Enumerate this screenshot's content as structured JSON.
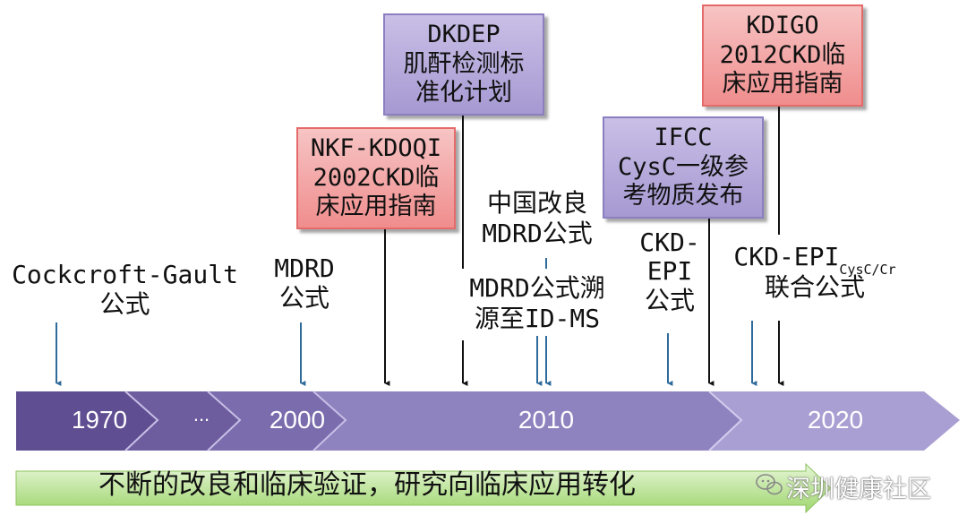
{
  "timeline": {
    "years": [
      "1970",
      "...",
      "2000",
      "2010",
      "2020"
    ]
  },
  "labels": {
    "cockcroft": [
      "Cockcroft-Gault",
      "公式"
    ],
    "mdrd": [
      "MDRD",
      "公式"
    ],
    "china_mdrd": [
      "中国改良",
      "MDRD公式"
    ],
    "mdrd_trace": [
      "MDRD公式溯",
      "源至ID-MS"
    ],
    "ckd_epi": [
      "CKD-",
      "EPI",
      "公式"
    ],
    "ckd_epi_cys": {
      "main": "CKD-EPI",
      "sub": "CysC/Cr",
      "line2": "联合公式"
    }
  },
  "boxes": {
    "nkf": [
      "NKF-KDOQI",
      "2002CKD临",
      "床应用指南"
    ],
    "dkdep": [
      "DKDEP",
      "肌酐检测标",
      "准化计划"
    ],
    "ifcc": [
      "IFCC",
      "CysC一级参",
      "考物质发布"
    ],
    "kdigo": [
      "KDIGO",
      "2012CKD临",
      "床应用指南"
    ]
  },
  "bottom": {
    "text": "不断的改良和临床验证，研究向临床应用转化"
  },
  "watermark": {
    "text": "深圳健康社区",
    "icon": "wechat-icon"
  },
  "colors": {
    "timeline_dark": "#5b4a8f",
    "timeline_light": "#a79cd0",
    "blue_arrow": "#2e6a9a",
    "black_arrow": "#111111",
    "red_box": "#f08d8d",
    "purple_box": "#a699d2",
    "bottom_arrow": "#a8dc7c"
  }
}
